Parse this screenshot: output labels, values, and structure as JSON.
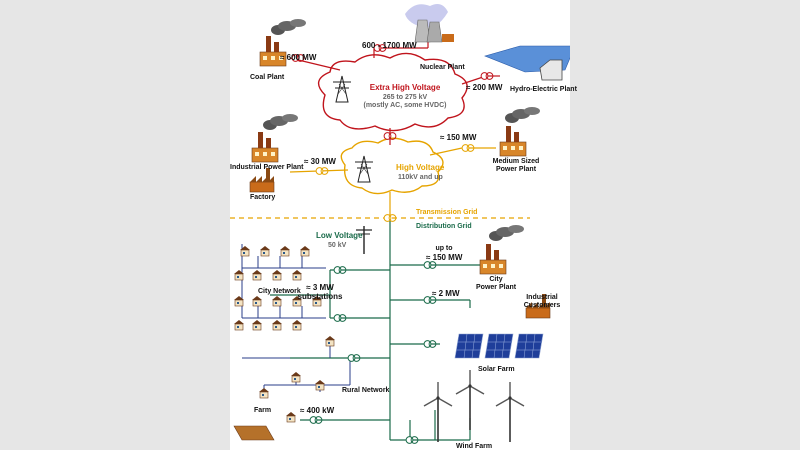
{
  "coal": {
    "label": "Coal Plant",
    "power": "≈ 600  MW"
  },
  "nuclear": {
    "label": "Nuclear Plant",
    "power": "600 - 1700  MW"
  },
  "hydro": {
    "label": "Hydro-Electric Plant",
    "power": "≈ 200  MW"
  },
  "ehv": {
    "title": "Extra High Voltage",
    "range": "265 to 275 kV",
    "note": "(mostly AC, some HVDC)"
  },
  "industrial": {
    "label": "Industrial Power Plant",
    "power": "≈ 30 MW"
  },
  "factory": {
    "label": "Factory"
  },
  "hv": {
    "title": "High Voltage",
    "range": "110kV and up"
  },
  "medium": {
    "label1": "Medium Sized",
    "label2": "Power Plant",
    "power": "≈ 150  MW"
  },
  "grids": {
    "transmission": "Transmission Grid",
    "distribution": "Distribution Grid"
  },
  "lv": {
    "title": "Low Voltage",
    "value": "50 kV"
  },
  "city_network": {
    "label": "City Network"
  },
  "substations": {
    "line1": "≈ 3  MW",
    "line2": "substations"
  },
  "city_plant": {
    "power1": "up to",
    "power2": "≈ 150  MW",
    "label1": "City",
    "label2": "Power Plant"
  },
  "industrial_customers": {
    "power": "≈ 2  MW",
    "label1": "Industrial",
    "label2": "Customers"
  },
  "solar": {
    "label": "Solar Farm"
  },
  "rural": {
    "label": "Rural Network"
  },
  "farm": {
    "label": "Farm",
    "power": "≈ 400 kW"
  },
  "wind": {
    "label": "Wind Farm"
  },
  "colors": {
    "ehv": "#c0141c",
    "hv": "#e6a400",
    "distribution": "#1a6b4a",
    "lowvoltage": "#2a3e8a"
  }
}
